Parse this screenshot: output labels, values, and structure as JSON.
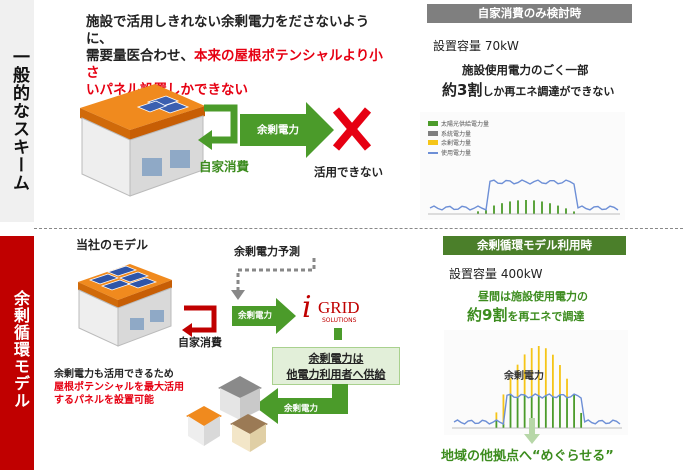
{
  "top": {
    "sidebar_label": "一般的なスキーム",
    "desc_line1": "施設で活用しきれない余剰電力をださないように、",
    "desc_line2_black": "需要量医合わせ、",
    "desc_line2_red": "本来の屋根ポテンシャルより小さ",
    "desc_line3_red": "いパネル設置しかできない",
    "self_consumption": "自家消費",
    "surplus_arrow": "余剰電力",
    "cannot_use": "活用できない",
    "panel": {
      "title": "自家消費のみ検討時",
      "capacity": "設置容量 70kW",
      "note1": "施設使用電力のごく一部",
      "note2_big": "約3割",
      "note2_rest": "しか再エネ調達ができない",
      "legend": [
        "太陽光供給電力量",
        "系統電力量",
        "余剰電力量",
        "使用電力量"
      ]
    }
  },
  "bottom": {
    "sidebar_label": "余剰循環モデル",
    "our_model": "当社のモデル",
    "forecast": "余剰電力予測",
    "logo_i": "i",
    "logo_grid": "GRID",
    "logo_solutions": "SOLUTIONS",
    "self_consumption": "自家消費",
    "surplus_arrow1": "余剰電力",
    "supply_line1": "余剰電力は",
    "supply_line2": "他電力利用者へ供給",
    "surplus_arrow2": "余剰電力",
    "desc_line1": "余剰電力も活用できるため",
    "desc_line2": "屋根ポテンシャルを最大活用",
    "desc_line3": "するパネルを設置可能",
    "panel": {
      "title": "余剰循環モデル利用時",
      "capacity": "設置容量 400kW",
      "note1": "昼間は施設使用電力の",
      "note2_big": "約9割",
      "note2_rest": "を再エネで調達",
      "chart_label": "余剰電力",
      "footer": "地域の他拠点へ“めぐらせる”"
    }
  },
  "colors": {
    "green": "#4b9b2a",
    "red": "#c00000",
    "dark_gray": "#7f7f7f",
    "yellow": "#f5c518",
    "blue": "#6d8fd6",
    "panel_green": "#6aa84f"
  }
}
